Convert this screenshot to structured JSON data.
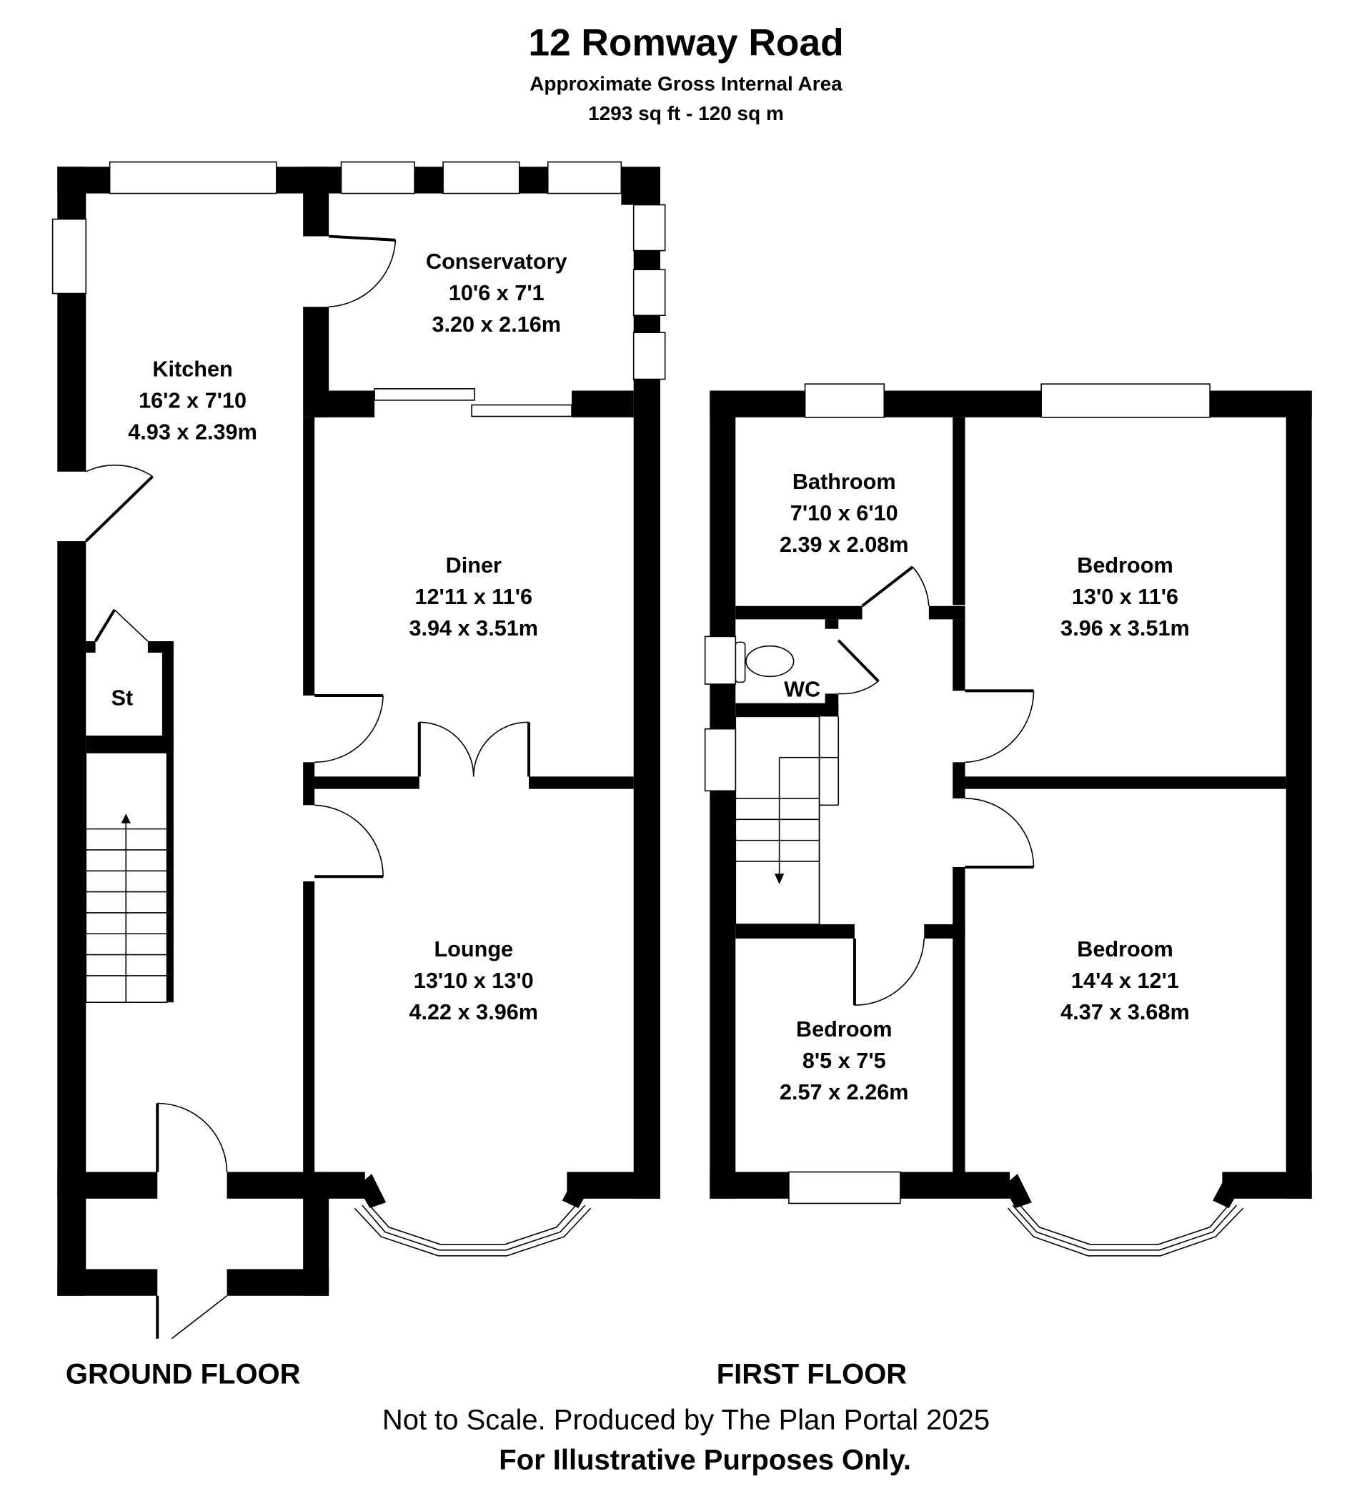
{
  "header": {
    "title": "12 Romway Road",
    "subtitle": "Approximate Gross Internal Area",
    "area": "1293 sq ft - 120 sq m"
  },
  "ground_floor": {
    "label": "GROUND FLOOR",
    "rooms": [
      {
        "name": "Kitchen",
        "imperial": "16'2 x 7'10",
        "metric": "4.93 x 2.39m"
      },
      {
        "name": "Conservatory",
        "imperial": "10'6 x 7'1",
        "metric": "3.20 x 2.16m"
      },
      {
        "name": "Diner",
        "imperial": "12'11 x 11'6",
        "metric": "3.94 x 3.51m"
      },
      {
        "name": "Lounge",
        "imperial": "13'10 x 13'0",
        "metric": "4.22 x 3.96m"
      },
      {
        "name": "St"
      }
    ]
  },
  "first_floor": {
    "label": "FIRST FLOOR",
    "rooms": [
      {
        "name": "Bathroom",
        "imperial": "7'10 x 6'10",
        "metric": "2.39 x 2.08m"
      },
      {
        "name": "Bedroom",
        "imperial": "13'0 x 11'6",
        "metric": "3.96 x 3.51m"
      },
      {
        "name": "WC"
      },
      {
        "name": "Bedroom",
        "imperial": "14'4 x 12'1",
        "metric": "4.37 x 3.68m"
      },
      {
        "name": "Bedroom",
        "imperial": "8'5 x 7'5",
        "metric": "2.57 x 2.26m"
      }
    ]
  },
  "footer": {
    "credit": "Not to Scale. Produced by The Plan Portal 2025",
    "disclaimer": "For Illustrative Purposes Only."
  }
}
